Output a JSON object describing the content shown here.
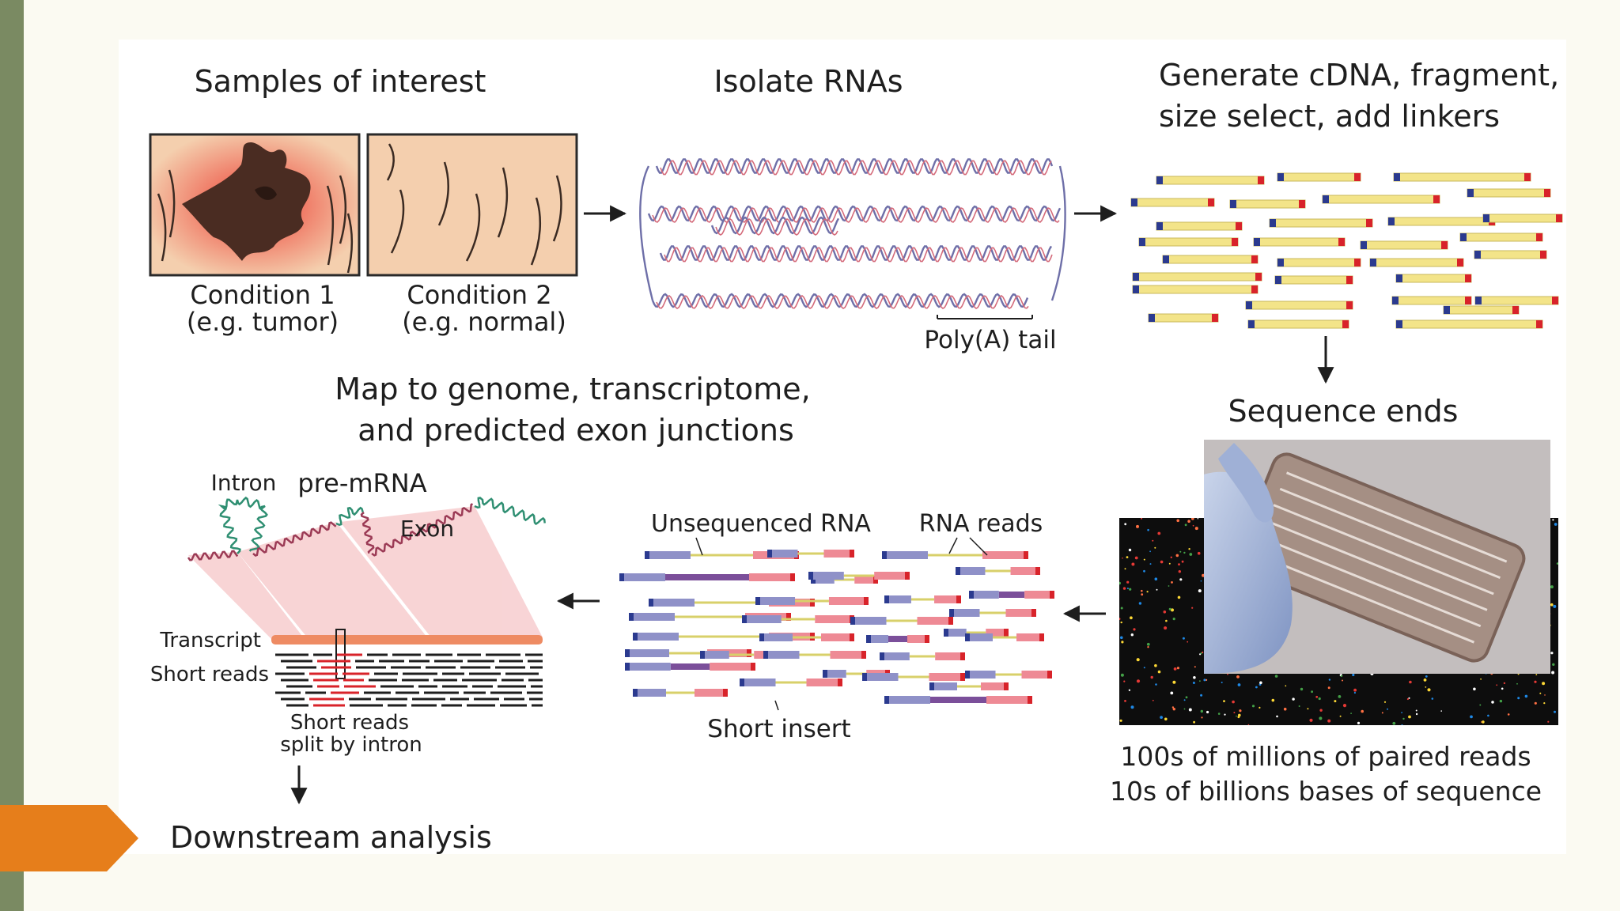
{
  "panel_titles": {
    "samples": "Samples of interest",
    "isolate": "Isolate RNAs",
    "generate_line1": "Generate cDNA, fragment,",
    "generate_line2": "size select, add linkers",
    "sequence": "Sequence ends",
    "map_line1": "Map to genome, transcriptome,",
    "map_line2": "and predicted exon junctions",
    "downstream": "Downstream analysis"
  },
  "conditions": {
    "c1_label": "Condition 1",
    "c1_note": "(e.g. tumor)",
    "c2_label": "Condition 2",
    "c2_note": "(e.g. normal)"
  },
  "labels": {
    "polya": "Poly(A) tail",
    "unsequenced": "Unsequenced RNA",
    "rna_reads": "RNA reads",
    "short_insert": "Short insert",
    "intron": "Intron",
    "pre_mrna": "pre-mRNA",
    "exon": "Exon",
    "transcript": "Transcript",
    "short_reads": "Short reads",
    "split_line1": "Short reads",
    "split_line2": "split by intron"
  },
  "stats": {
    "line1": "100s of millions of paired reads",
    "line2": "10s of billions bases of sequence"
  },
  "colors": {
    "slide_bg": "#fbfaf2",
    "left_band": "#7a8a62",
    "orange_marker": "#e67e1b",
    "linker_blue": "#2b3a8f",
    "linker_red": "#d8232a",
    "insert_yellow": "#f3e489",
    "read_blue": "#8f91c8",
    "read_pink": "#ee8a95",
    "tissue": "#f4cfae",
    "tumor": "#4a2c22"
  }
}
